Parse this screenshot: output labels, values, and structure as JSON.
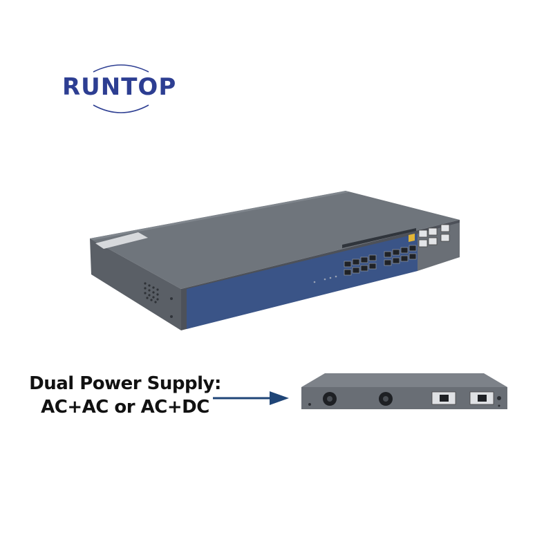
{
  "brand": {
    "name": "RUNTOP",
    "color": "#2d3e92"
  },
  "caption": {
    "line1": "Dual Power Supply:",
    "line2": "AC+AC or AC+DC"
  },
  "colors": {
    "chassis_top": "#6c7279",
    "chassis_side": "#5a5f66",
    "front_panel": "#3a5487",
    "arrow": "#1f4577"
  }
}
